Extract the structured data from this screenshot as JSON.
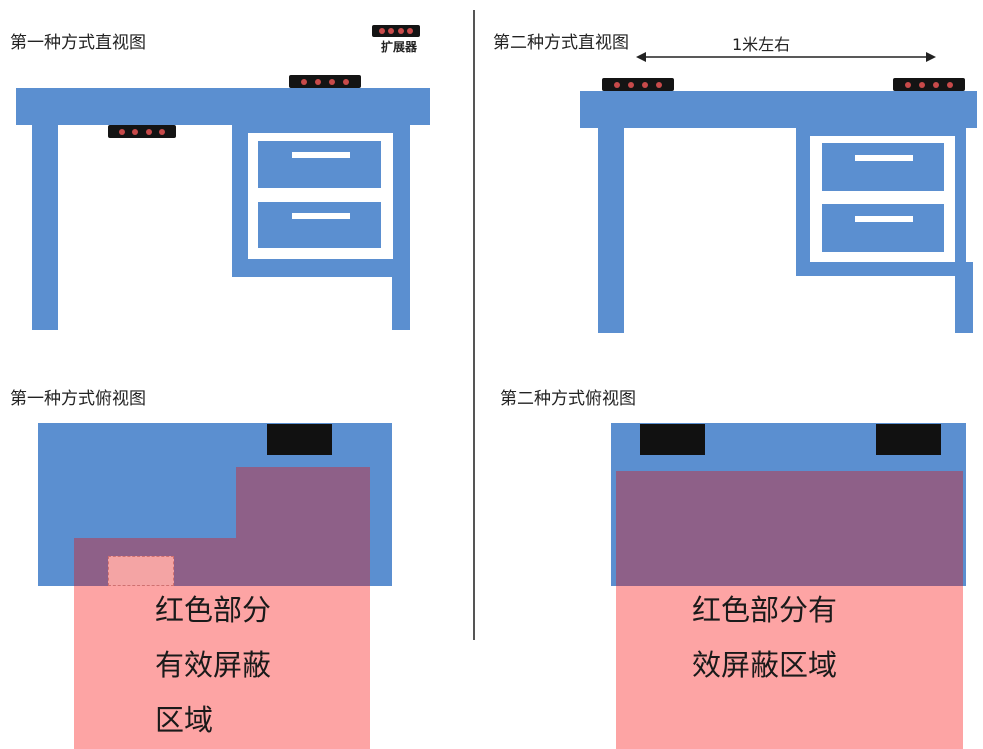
{
  "left": {
    "front_title": "第一种方式直视图",
    "top_title": "第一种方式俯视图",
    "extender_label": "扩展器",
    "shield_text_line1": "红色部分",
    "shield_text_line2": "有效屏蔽",
    "shield_text_line3": "区域"
  },
  "right": {
    "front_title": "第二种方式直视图",
    "top_title": "第二种方式俯视图",
    "distance_label": "1米左右",
    "shield_text_line1": "红色部分有",
    "shield_text_line2": "效屏蔽区域"
  },
  "colors": {
    "desk_blue": "#5b8fd0",
    "shield_pink": "#fda4a4",
    "overlap_purple": "#8e6088",
    "device_black": "#111111",
    "divider": "#555555"
  }
}
